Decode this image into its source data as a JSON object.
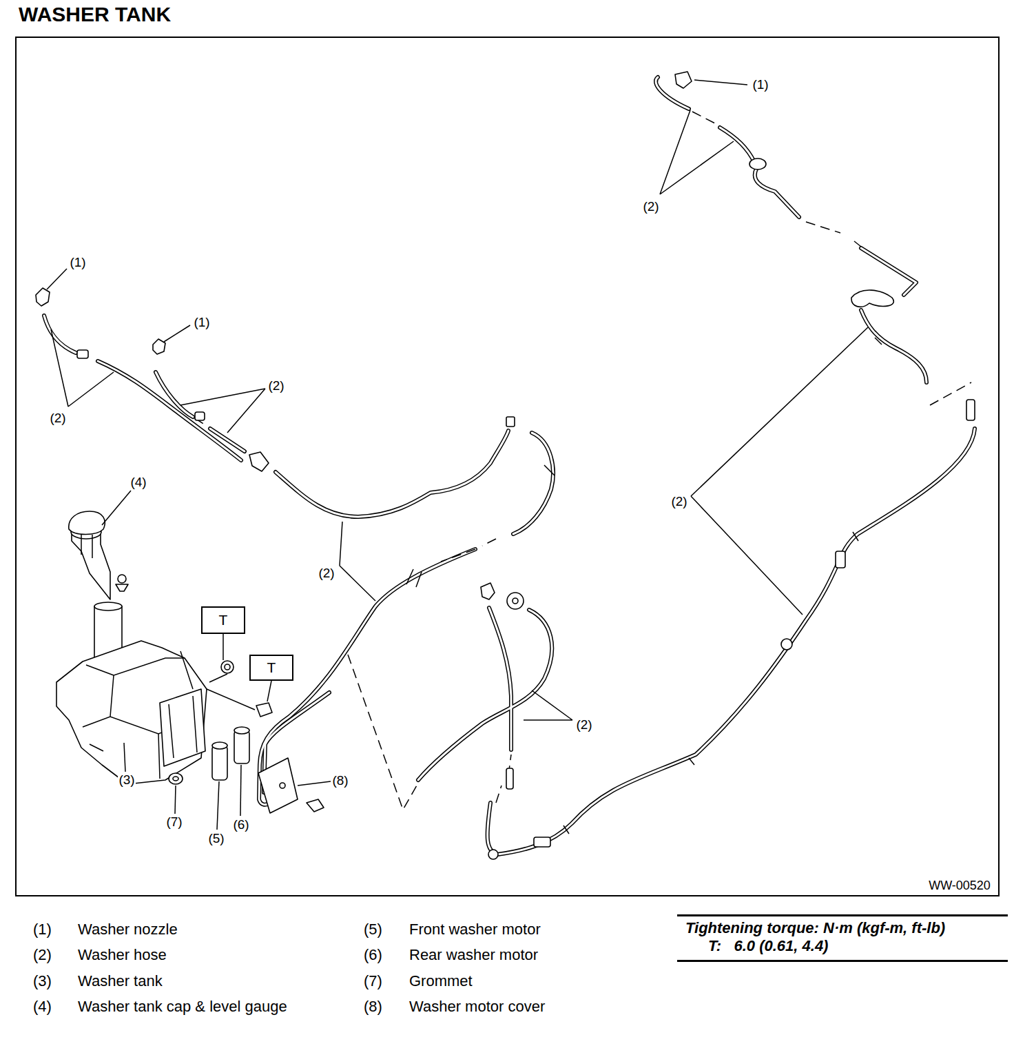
{
  "diagram": {
    "title": "WASHER TANK",
    "nodes": [
      {
        "text": [
          "T"
        ]
      },
      {
        "text": [
          "T"
        ]
      },
      {
        "text": [
          "Tightening torque: N·m (kgf-m, ft-lb)",
          "T:   6.0 (0.61, 4.4)"
        ]
      }
    ],
    "edges": [],
    "labels": [
      "(1)",
      "(2)",
      "(1)",
      "(1)",
      "(2)",
      "(2)",
      "(4)",
      "(2)",
      "(2)",
      "(2)",
      "(3)",
      "(8)",
      "(7)",
      "(6)",
      "(5)",
      "WW-00520",
      "(1)",
      "Washer nozzle",
      "(5)",
      "Front washer motor",
      "(2)",
      "Washer hose",
      "(6)",
      "Rear washer motor",
      "(3)",
      "Washer tank",
      "(7)",
      "Grommet",
      "(4)",
      "Washer tank cap & level gauge",
      "(8)",
      "Washer motor cover"
    ]
  }
}
